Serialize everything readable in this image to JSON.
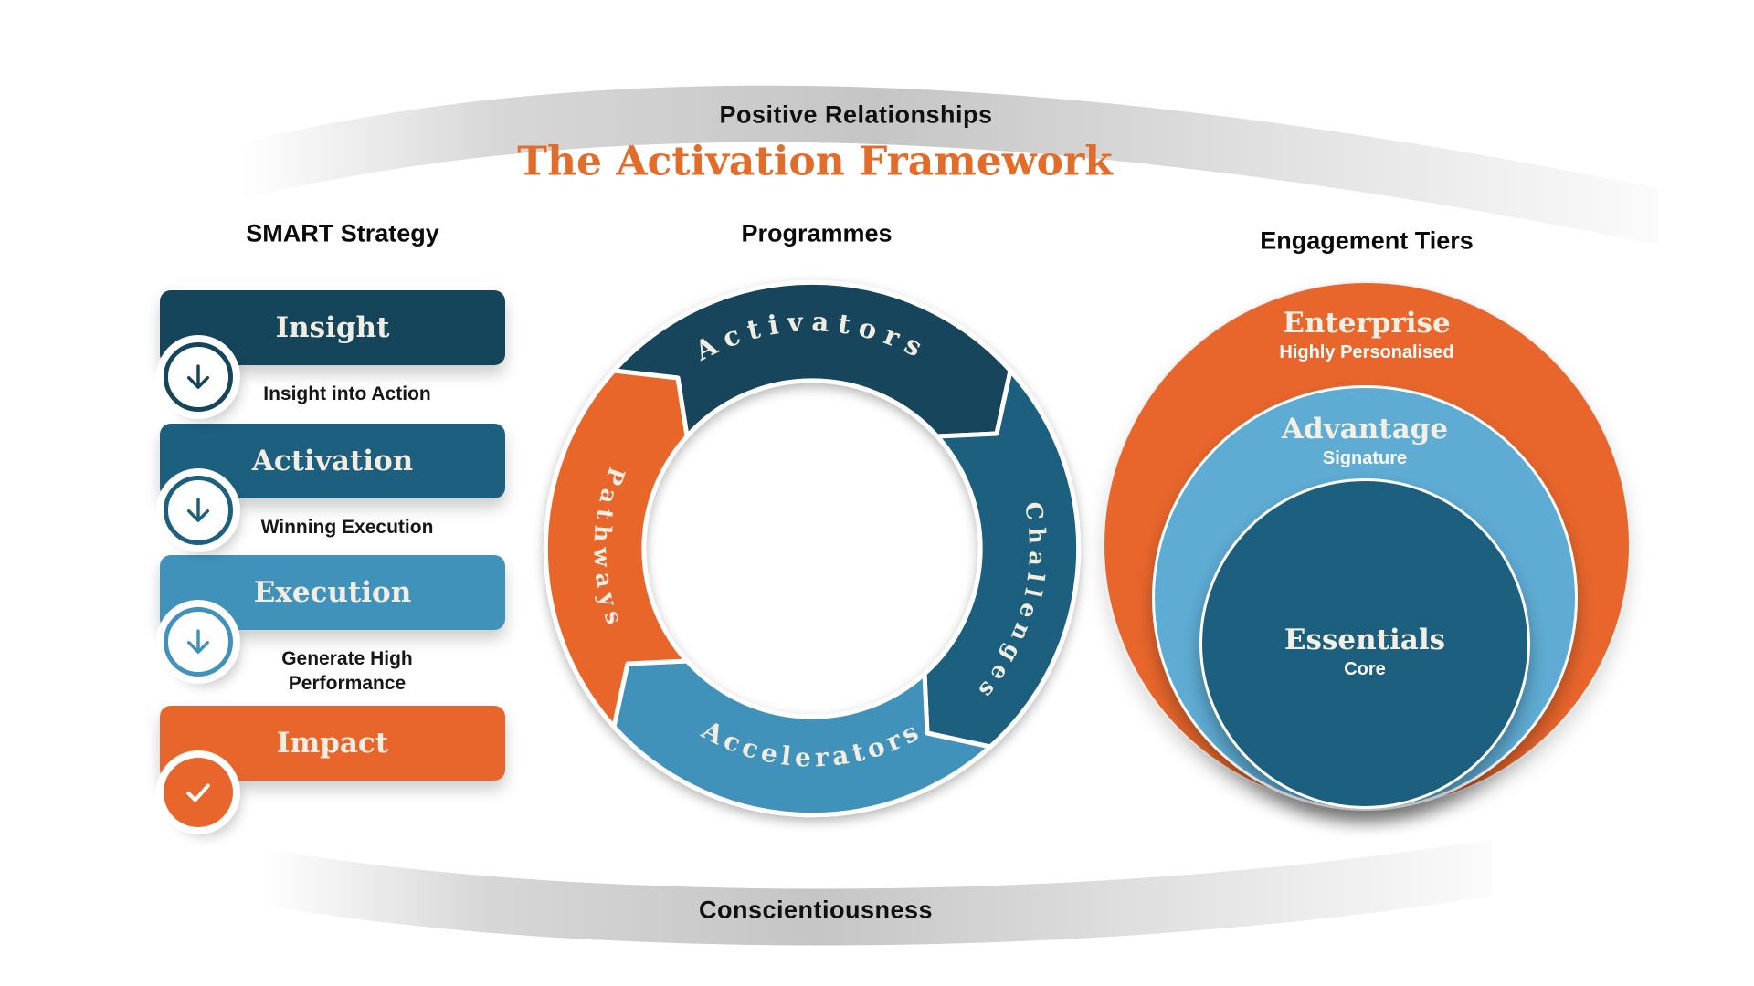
{
  "title": "The Activation Framework",
  "top_arc": {
    "label": "Positive Relationships"
  },
  "bottom_arc": {
    "label": "Conscientiousness"
  },
  "colors": {
    "navy": "#15455B",
    "teal": "#1D5F7E",
    "blue": "#4192BB",
    "light_blue": "#5EABD3",
    "orange": "#E8662C",
    "title_orange": "#E26D2B",
    "cream_text": "#F2EDE2"
  },
  "smart": {
    "heading": "SMART Strategy",
    "steps": [
      {
        "label": "Insight",
        "sub": "Insight into Action",
        "color": "#15455B",
        "icon": "arrow-down"
      },
      {
        "label": "Activation",
        "sub": "Winning Execution",
        "color": "#1D5F7E",
        "icon": "arrow-down"
      },
      {
        "label": "Execution",
        "sub": "Generate High Performance",
        "color": "#4192BB",
        "icon": "arrow-down"
      },
      {
        "label": "Impact",
        "sub": "",
        "color": "#E8662C",
        "icon": "check"
      }
    ]
  },
  "programmes": {
    "heading": "Programmes",
    "segments": [
      {
        "label": "Activators",
        "position": "top",
        "color": "#15455B"
      },
      {
        "label": "Challenges",
        "position": "right",
        "color": "#1D5F7E"
      },
      {
        "label": "Accelerators",
        "position": "bottom",
        "color": "#4192BB"
      },
      {
        "label": "Pathways",
        "position": "left",
        "color": "#E8662C"
      }
    ]
  },
  "tiers": {
    "heading": "Engagement Tiers",
    "items": [
      {
        "label": "Enterprise",
        "sub": "Highly Personalised",
        "color": "#E8662C"
      },
      {
        "label": "Advantage",
        "sub": "Signature",
        "color": "#5EABD3"
      },
      {
        "label": "Essentials",
        "sub": "Core",
        "color": "#1D5F7E"
      }
    ]
  }
}
